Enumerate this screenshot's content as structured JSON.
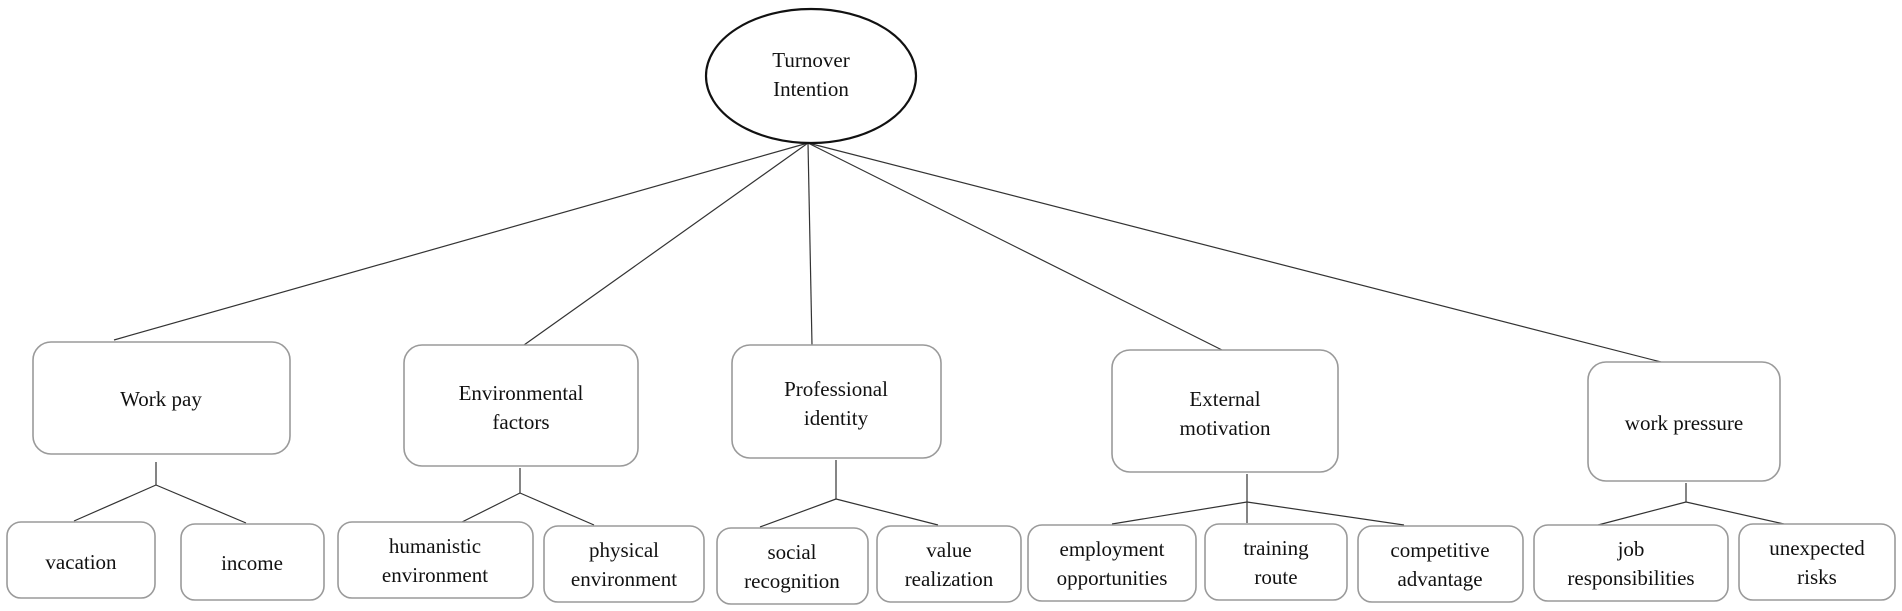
{
  "root": {
    "lines": [
      "Turnover",
      "Intention"
    ]
  },
  "factors": [
    {
      "lines": [
        "Work pay"
      ],
      "children": [
        {
          "lines": [
            "vacation"
          ]
        },
        {
          "lines": [
            "income"
          ]
        }
      ]
    },
    {
      "lines": [
        "Environmental",
        "factors"
      ],
      "children": [
        {
          "lines": [
            "humanistic",
            "environment"
          ]
        },
        {
          "lines": [
            "physical",
            "environment"
          ]
        }
      ]
    },
    {
      "lines": [
        "Professional",
        "identity"
      ],
      "children": [
        {
          "lines": [
            "social",
            "recognition"
          ]
        },
        {
          "lines": [
            "value",
            "realization"
          ]
        }
      ]
    },
    {
      "lines": [
        "External",
        "motivation"
      ],
      "children": [
        {
          "lines": [
            "employment",
            "opportunities"
          ]
        },
        {
          "lines": [
            "training",
            "route"
          ]
        },
        {
          "lines": [
            "competitive",
            "advantage"
          ]
        }
      ]
    },
    {
      "lines": [
        "work pressure"
      ],
      "children": [
        {
          "lines": [
            "job",
            "responsibilities"
          ]
        },
        {
          "lines": [
            "unexpected",
            "risks"
          ]
        }
      ]
    }
  ]
}
